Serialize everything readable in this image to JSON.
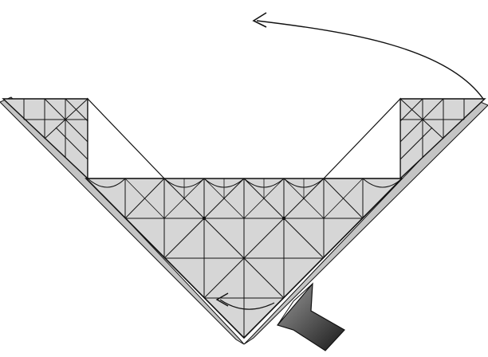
{
  "figure": {
    "colors": {
      "paper": "#d6d6d6",
      "paper_back": "#c4c4c4",
      "line": "#111111",
      "background": "#ffffff",
      "arrow_dark": "#1a1a1a",
      "arrow_light": "#9a9a9a"
    },
    "symbols": [
      "curved-move-arrow",
      "push-arrow",
      "turn-over-arrow"
    ]
  }
}
